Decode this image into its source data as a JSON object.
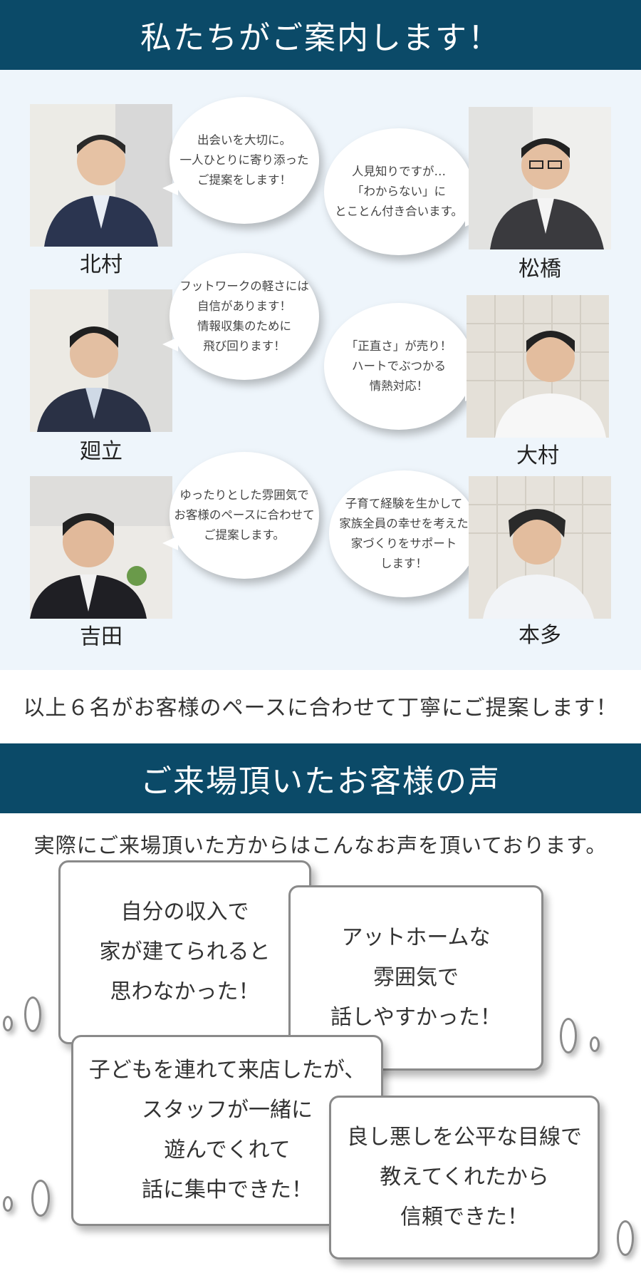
{
  "header": {
    "title": "私たちがご案内します！"
  },
  "staff": [
    {
      "name": "北村",
      "message": "出会いを大切に。\n一人ひとりに寄り添った\nご提案をします！"
    },
    {
      "name": "松橋",
      "message": "人見知りですが…\n「わからない」に\nとことん付き合います。"
    },
    {
      "name": "廻立",
      "message": "フットワークの軽さには\n自信があります！\n情報収集のために\n飛び回ります！"
    },
    {
      "name": "大村",
      "message": "「正直さ」が売り！\nハートでぶつかる\n情熱対応！"
    },
    {
      "name": "吉田",
      "message": "ゆったりとした雰囲気で\nお客様のペースに合わせて\nご提案します。"
    },
    {
      "name": "本多",
      "message": "子育て経験を生かして\n家族全員の幸せを考えた\n家づくりをサポート\nします！"
    }
  ],
  "summary": "以上６名がお客様のペースに合わせて丁寧にご提案します！",
  "voices": {
    "title": "ご来場頂いたお客様の声",
    "intro": "実際にご来場頂いた方からはこんなお声を頂いております。",
    "items": [
      "自分の収入で\n家が建てられると\n思わなかった！",
      "アットホームな\n雰囲気で\n話しやすかった！",
      "子どもを連れて来店したが、\nスタッフが一緒に\n遊んでくれて\n話に集中できた！",
      "良し悪しを公平な目線で\n教えてくれたから\n信頼できた！"
    ]
  },
  "colors": {
    "banner": "#0b4a68",
    "staff_bg": "#eef5fb"
  }
}
